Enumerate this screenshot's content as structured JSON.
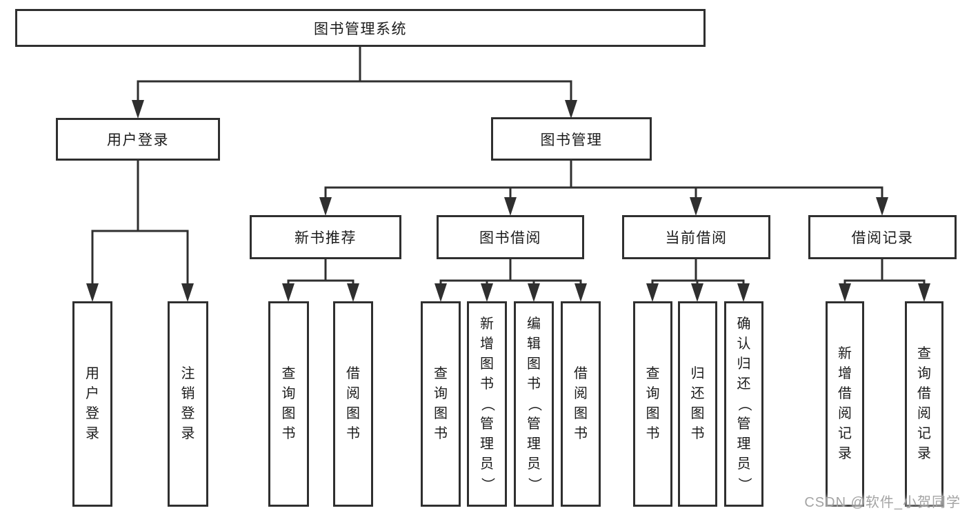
{
  "nodes": {
    "root": {
      "label": "图书管理系统"
    },
    "user_login": {
      "label": "用户登录"
    },
    "book_mgmt": {
      "label": "图书管理"
    },
    "new_book_rec": {
      "label": "新书推荐"
    },
    "book_borrow": {
      "label": "图书借阅"
    },
    "current_borrow": {
      "label": "当前借阅"
    },
    "borrow_records": {
      "label": "借阅记录"
    },
    "leaf_user_login": {
      "label": "用户登录"
    },
    "leaf_logout": {
      "label": "注销登录"
    },
    "nbr_query": {
      "label": "查询图书"
    },
    "nbr_borrow": {
      "label": "借阅图书"
    },
    "bb_query": {
      "label": "查询图书"
    },
    "bb_add": {
      "label": "新增图书（管理员）"
    },
    "bb_edit": {
      "label": "编辑图书（管理员）"
    },
    "bb_borrow": {
      "label": "借阅图书"
    },
    "cb_query": {
      "label": "查询图书"
    },
    "cb_return": {
      "label": "归还图书"
    },
    "cb_confirm": {
      "label": "确认归还（管理员）"
    },
    "br_add": {
      "label": "新增借阅记录"
    },
    "br_query": {
      "label": "查询借阅记录"
    }
  },
  "hierarchy": {
    "root": [
      "user_login",
      "book_mgmt"
    ],
    "user_login": [
      "leaf_user_login",
      "leaf_logout"
    ],
    "book_mgmt": [
      "new_book_rec",
      "book_borrow",
      "current_borrow",
      "borrow_records"
    ],
    "new_book_rec": [
      "nbr_query",
      "nbr_borrow"
    ],
    "book_borrow": [
      "bb_query",
      "bb_add",
      "bb_edit",
      "bb_borrow"
    ],
    "current_borrow": [
      "cb_query",
      "cb_return",
      "cb_confirm"
    ],
    "borrow_records": [
      "br_add",
      "br_query"
    ]
  },
  "watermark": {
    "text": "CSDN @软件_小贺同学"
  },
  "colors": {
    "line": "#2f2f2f",
    "text": "#1b1b1b",
    "box_background": "#ffffff",
    "page_background": "#ffffff",
    "watermark": "#a4a4a4"
  }
}
